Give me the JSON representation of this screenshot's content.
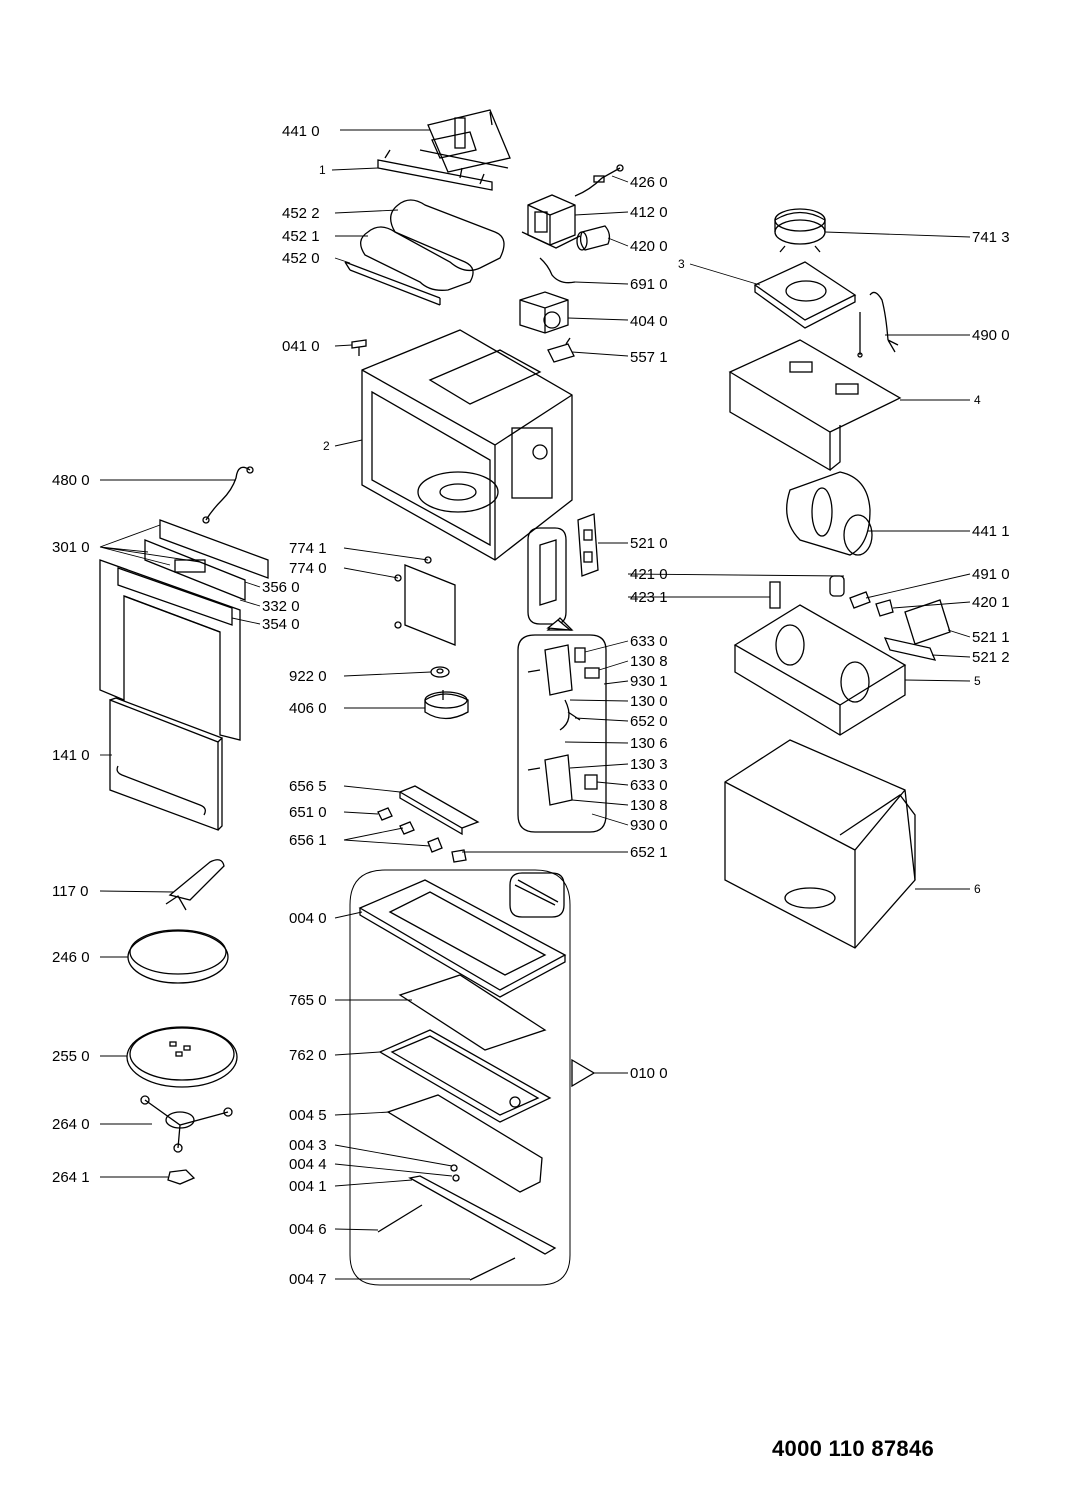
{
  "document_number": "4000 110 87846",
  "callouts": [
    {
      "id": "c-4410",
      "text": "441 0"
    },
    {
      "id": "c-1",
      "text": "1"
    },
    {
      "id": "c-4260",
      "text": "426 0"
    },
    {
      "id": "c-4522",
      "text": "452 2"
    },
    {
      "id": "c-4120",
      "text": "412 0"
    },
    {
      "id": "c-4521",
      "text": "452 1"
    },
    {
      "id": "c-4200",
      "text": "420 0"
    },
    {
      "id": "c-7413",
      "text": "741 3"
    },
    {
      "id": "c-4520",
      "text": "452 0"
    },
    {
      "id": "c-3",
      "text": "3"
    },
    {
      "id": "c-6910",
      "text": "691 0"
    },
    {
      "id": "c-4040",
      "text": "404 0"
    },
    {
      "id": "c-4900",
      "text": "490 0"
    },
    {
      "id": "c-0410",
      "text": "041 0"
    },
    {
      "id": "c-5571",
      "text": "557 1"
    },
    {
      "id": "c-4",
      "text": "4"
    },
    {
      "id": "c-2",
      "text": "2"
    },
    {
      "id": "c-4800",
      "text": "480 0"
    },
    {
      "id": "c-4411",
      "text": "441 1"
    },
    {
      "id": "c-3010",
      "text": "301 0"
    },
    {
      "id": "c-7741",
      "text": "774 1"
    },
    {
      "id": "c-5210",
      "text": "521 0"
    },
    {
      "id": "c-7740",
      "text": "774 0"
    },
    {
      "id": "c-4210",
      "text": "421 0"
    },
    {
      "id": "c-4910",
      "text": "491 0"
    },
    {
      "id": "c-3560",
      "text": "356 0"
    },
    {
      "id": "c-4231",
      "text": "423 1"
    },
    {
      "id": "c-4201",
      "text": "420 1"
    },
    {
      "id": "c-3320",
      "text": "332 0"
    },
    {
      "id": "c-3540",
      "text": "354 0"
    },
    {
      "id": "c-5211",
      "text": "521 1"
    },
    {
      "id": "c-6330a",
      "text": "633 0"
    },
    {
      "id": "c-5212",
      "text": "521 2"
    },
    {
      "id": "c-1308a",
      "text": "130 8"
    },
    {
      "id": "c-9220",
      "text": "922 0"
    },
    {
      "id": "c-9301",
      "text": "930 1"
    },
    {
      "id": "c-5",
      "text": "5"
    },
    {
      "id": "c-1300",
      "text": "130 0"
    },
    {
      "id": "c-4060",
      "text": "406 0"
    },
    {
      "id": "c-6520",
      "text": "652 0"
    },
    {
      "id": "c-1306",
      "text": "130 6"
    },
    {
      "id": "c-1410",
      "text": "141 0"
    },
    {
      "id": "c-1303",
      "text": "130 3"
    },
    {
      "id": "c-6565",
      "text": "656 5"
    },
    {
      "id": "c-6330b",
      "text": "633 0"
    },
    {
      "id": "c-6510",
      "text": "651 0"
    },
    {
      "id": "c-1308b",
      "text": "130 8"
    },
    {
      "id": "c-9300",
      "text": "930 0"
    },
    {
      "id": "c-6561",
      "text": "656 1"
    },
    {
      "id": "c-6521",
      "text": "652 1"
    },
    {
      "id": "c-1170",
      "text": "117 0"
    },
    {
      "id": "c-6",
      "text": "6"
    },
    {
      "id": "c-0040",
      "text": "004 0"
    },
    {
      "id": "c-2460",
      "text": "246 0"
    },
    {
      "id": "c-7650",
      "text": "765 0"
    },
    {
      "id": "c-2550",
      "text": "255 0"
    },
    {
      "id": "c-7620",
      "text": "762 0"
    },
    {
      "id": "c-0100",
      "text": "010 0"
    },
    {
      "id": "c-2640",
      "text": "264 0"
    },
    {
      "id": "c-0045",
      "text": "004 5"
    },
    {
      "id": "c-0043",
      "text": "004 3"
    },
    {
      "id": "c-0044",
      "text": "004 4"
    },
    {
      "id": "c-2641",
      "text": "264 1"
    },
    {
      "id": "c-0041",
      "text": "004 1"
    },
    {
      "id": "c-0046",
      "text": "004 6"
    },
    {
      "id": "c-0047",
      "text": "004 7"
    }
  ]
}
